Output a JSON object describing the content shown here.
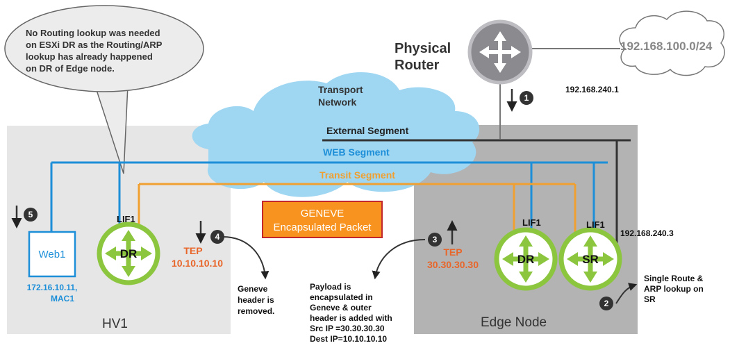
{
  "router": {
    "label_line1": "Physical",
    "label_line2": "Router"
  },
  "cloud_external": {
    "label": "192.168.100.0/24"
  },
  "callout": {
    "line1": "No Routing lookup was needed",
    "line2": "on ESXi DR as the Routing/ARP",
    "line3": "lookup has already happened",
    "line4": "on DR of Edge node."
  },
  "transport": {
    "line1": "Transport",
    "line2": "Network"
  },
  "segments": {
    "external": "External Segment",
    "web": "WEB Segment",
    "transit": "Transit Segment"
  },
  "ips": {
    "router_ip": "192.168.240.1",
    "sr_ip": "192.168.240.3"
  },
  "geneve": {
    "line1": "GENEVE",
    "line2": "Encapsulated Packet"
  },
  "hv1": {
    "name": "HV1",
    "web": "Web1",
    "web_ip": "172.16.10.11,",
    "web_mac": "MAC1",
    "dr": "DR",
    "lif": "LIF1",
    "tep_label": "TEP",
    "tep_ip": "10.10.10.10"
  },
  "edge": {
    "name": "Edge Node",
    "dr": "DR",
    "sr": "SR",
    "lif_dr": "LIF1",
    "lif_sr": "LIF1",
    "tep_label": "TEP",
    "tep_ip": "30.30.30.30"
  },
  "steps": [
    "1",
    "2",
    "3",
    "4",
    "5"
  ],
  "notes": {
    "step2": {
      "line1": "Single Route &",
      "line2": "ARP lookup on",
      "line3": "SR"
    },
    "step4": {
      "line1": "Geneve",
      "line2": "header is",
      "line3": "removed."
    },
    "step3": {
      "line1": "Payload is",
      "line2": "encapsulated in",
      "line3": "Geneve & outer",
      "line4": "header is added with",
      "line5": "Src IP =30.30.30.30",
      "line6": "Dest IP=10.10.10.10"
    }
  },
  "colors": {
    "web": "#1d8fd8",
    "transit": "#f0a030",
    "tep": "#e8662a",
    "green": "#8cc63f",
    "cloud": "#9fd6f2",
    "geneve_fill": "#f7931e",
    "geneve_border": "#c1272d"
  }
}
